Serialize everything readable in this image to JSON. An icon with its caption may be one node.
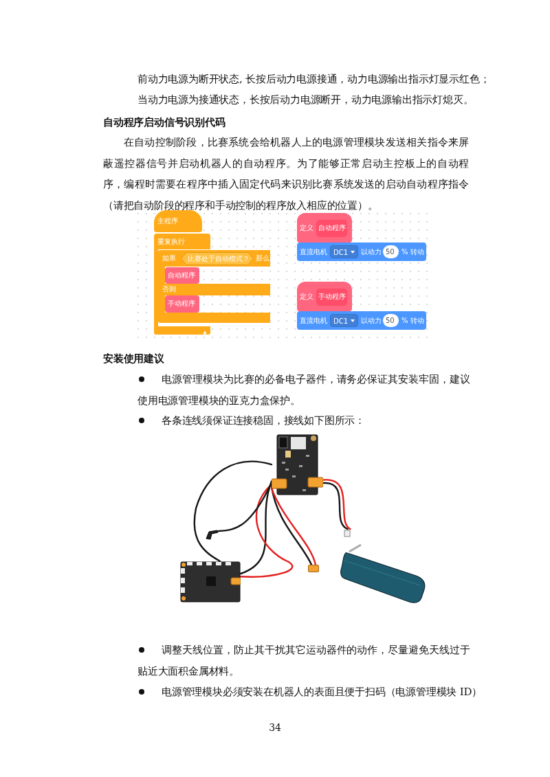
{
  "diagram": {
    "nodes": [
      {
        "text": [
          "主程序"
        ]
      },
      {
        "text": [
          "重复执行"
        ]
      },
      {
        "text": [
          "如果",
          "那么",
          "否则"
        ]
      },
      {
        "text": [
          "比赛处于自动模式？"
        ],
        "in": 2
      },
      {
        "text": [
          "自动程序"
        ],
        "in": 2
      },
      {
        "text": [
          "手动程序"
        ],
        "in": 2
      },
      {
        "text": [
          "定义"
        ]
      },
      {
        "text": [
          "自动程序"
        ],
        "in": 6
      },
      {
        "text": [
          "直流电机",
          "以动力",
          "% 转动"
        ]
      },
      {
        "text": [
          "DC1"
        ],
        "in": 8
      },
      {
        "text": [
          "50"
        ],
        "in": 8
      },
      {
        "text": [
          "定义"
        ]
      },
      {
        "text": [
          "手动程序"
        ],
        "in": 11
      },
      {
        "text": [
          "直流电机",
          "以动力",
          "% 转动"
        ]
      },
      {
        "text": [
          "DC1"
        ],
        "in": 13
      },
      {
        "text": [
          "50"
        ],
        "in": 13
      },
      {
        "text": [],
        "shape": "picture"
      },
      {
        "text": [],
        "shape": "picture"
      },
      {
        "text": [],
        "shape": "picture"
      },
      {
        "text": [],
        "shape": "picture"
      },
      {
        "text": [],
        "shape": "box"
      }
    ],
    "edges": [
      {
        "from": 16,
        "to": 17,
        "arrow": "none"
      },
      {
        "from": 16,
        "to": 17,
        "arrow": "none"
      },
      {
        "from": 16,
        "to": 17,
        "arrow": "none",
        "color": "#e41e1e"
      },
      {
        "from": 16,
        "to": 18,
        "arrow": "none"
      },
      {
        "from": 16,
        "to": 18,
        "arrow": "none",
        "color": "#e41e1e"
      },
      {
        "from": 16,
        "to": 19,
        "arrow": "none"
      },
      {
        "from": 16,
        "to": 20,
        "arrow": "none"
      },
      {
        "from": 16,
        "to": 20,
        "arrow": "none",
        "color": "#e41e1e"
      }
    ],
    "labels": [
      "前动力电源为断开状态, 长按后动力电源接通，动力电源输出指示灯显示红色；",
      "当动力电源为接通状态，长按后动力电源断开，动力电源输出指示灯熄灭。",
      "自动程序启动信号识别代码",
      "在自动控制阶段，比赛系统会给机器人上的电源管理模块发送相关指令来屏蔽遥控器信号并启动机器人的自动程序。为了能够正常启动主控板上的自动程序，编程时需要在程序中插入固定代码来识别比赛系统发送的启动自动程序指令（请把自动阶段的程序和手动控制的程序放入相应的位置）。",
      "安装使用建议",
      "电源管理模块为比赛的必备电子器件，请务必保证其安装牢固，建议使用电源管理模块的亚克力盒保护。",
      "各条连线须保证连接稳固，接线如下图所示：",
      "调整天线位置，防止其干扰其它运动器件的动作，尽量避免天线过于贴近大面积金属材料。",
      "电源管理模块必须安装在机器人的表面且便于扫码（电源管理模块 ID）",
      "34"
    ]
  }
}
